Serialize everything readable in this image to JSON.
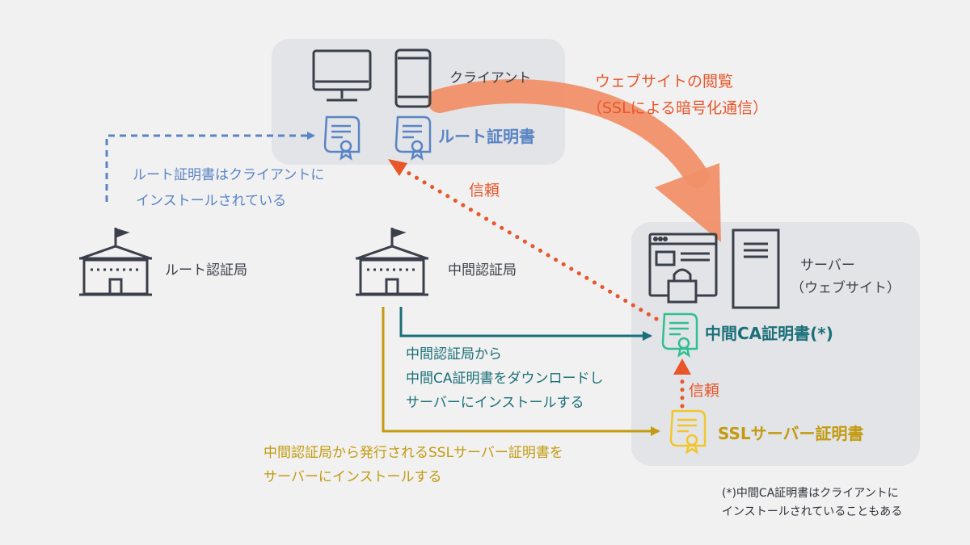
{
  "client": {
    "label": "クライアント",
    "root_cert_label": "ルート証明書"
  },
  "browsing": {
    "line1": "ウェブサイトの閲覧",
    "line2": "（SSLによる暗号化通信）"
  },
  "root_note": {
    "line1": "ルート証明書はクライアントに",
    "line2": "インストールされている"
  },
  "trust_label": "信頼",
  "root_ca": {
    "label": "ルート認証局"
  },
  "intermediate_ca": {
    "label": "中間認証局"
  },
  "server": {
    "line1": "サーバー",
    "line2": "（ウェブサイト）",
    "intermediate_cert_label": "中間CA証明書(*)",
    "ssl_cert_label": "SSLサーバー証明書"
  },
  "intermediate_note": {
    "line1": "中間認証局から",
    "line2": "中間CA証明書をダウンロードし",
    "line3": "サーバーにインストールする"
  },
  "ssl_note": {
    "line1": "中間認証局から発行されるSSLサーバー証明書を",
    "line2": "サーバーにインストールする"
  },
  "footnote": {
    "line1": "(*)中間CA証明書はクライアントに",
    "line2": "インストールされていることもある"
  },
  "colors": {
    "background": "#f1f1f1",
    "panel": "#e2e4e8",
    "icon_dark": "#3b3f4a",
    "root_blue": "#5a84c4",
    "trust_orange": "#e8562a",
    "flow_orange": "#f09068",
    "teal": "#1b6f78",
    "cert_green": "#2fbf8f",
    "gold": "#c39a10",
    "cert_yellow": "#f2c62a"
  }
}
